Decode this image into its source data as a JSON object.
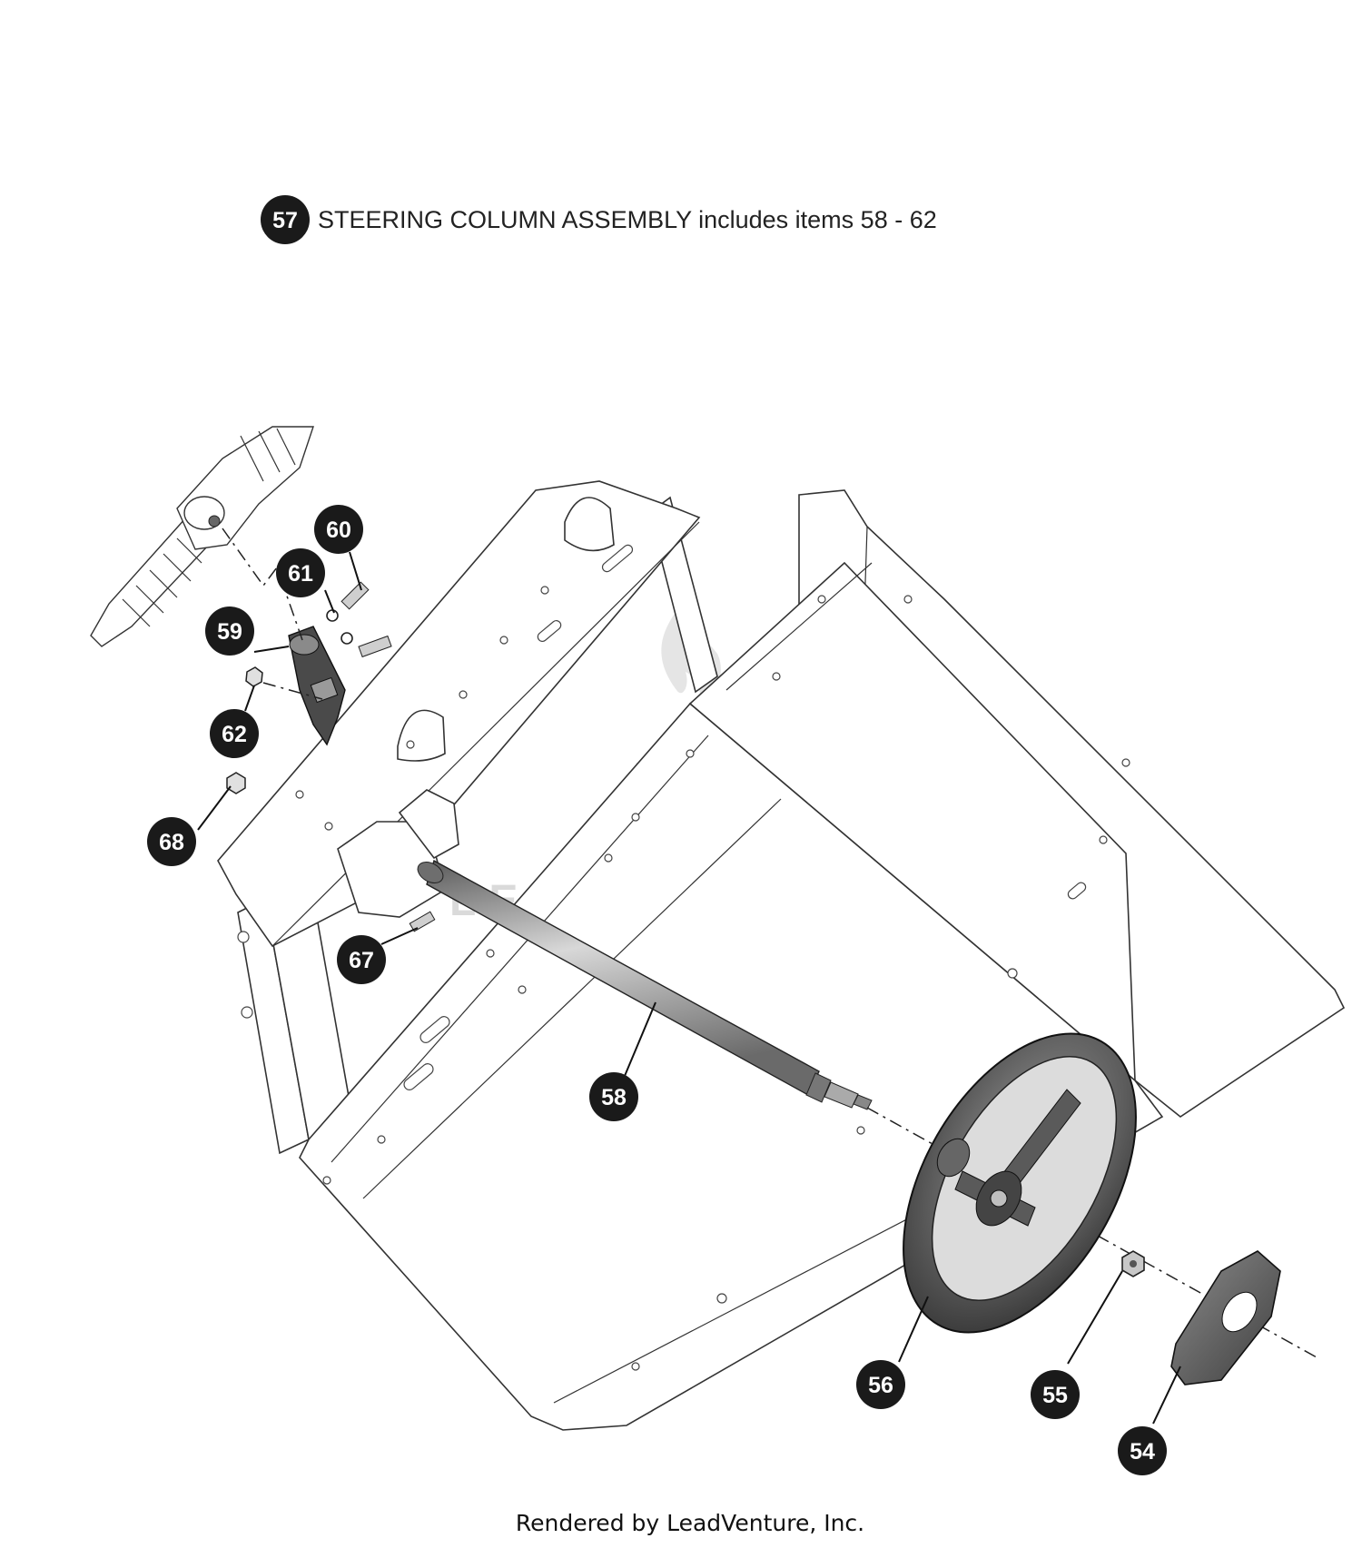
{
  "header": {
    "assembly_number": "57",
    "assembly_text": "STEERING COLUMN ASSEMBLY includes items 58 - 62"
  },
  "callouts": [
    {
      "number": "60"
    },
    {
      "number": "61"
    },
    {
      "number": "59"
    },
    {
      "number": "62"
    },
    {
      "number": "68"
    },
    {
      "number": "67"
    },
    {
      "number": "58"
    },
    {
      "number": "56"
    },
    {
      "number": "55"
    },
    {
      "number": "54"
    }
  ],
  "watermark": {
    "text": "LEADVENTURE"
  },
  "footer": {
    "text": "Rendered by LeadVenture, Inc."
  },
  "colors": {
    "callout_fill": "#1a1a1a",
    "line": "#333333",
    "watermark": "#d7d7d7"
  }
}
